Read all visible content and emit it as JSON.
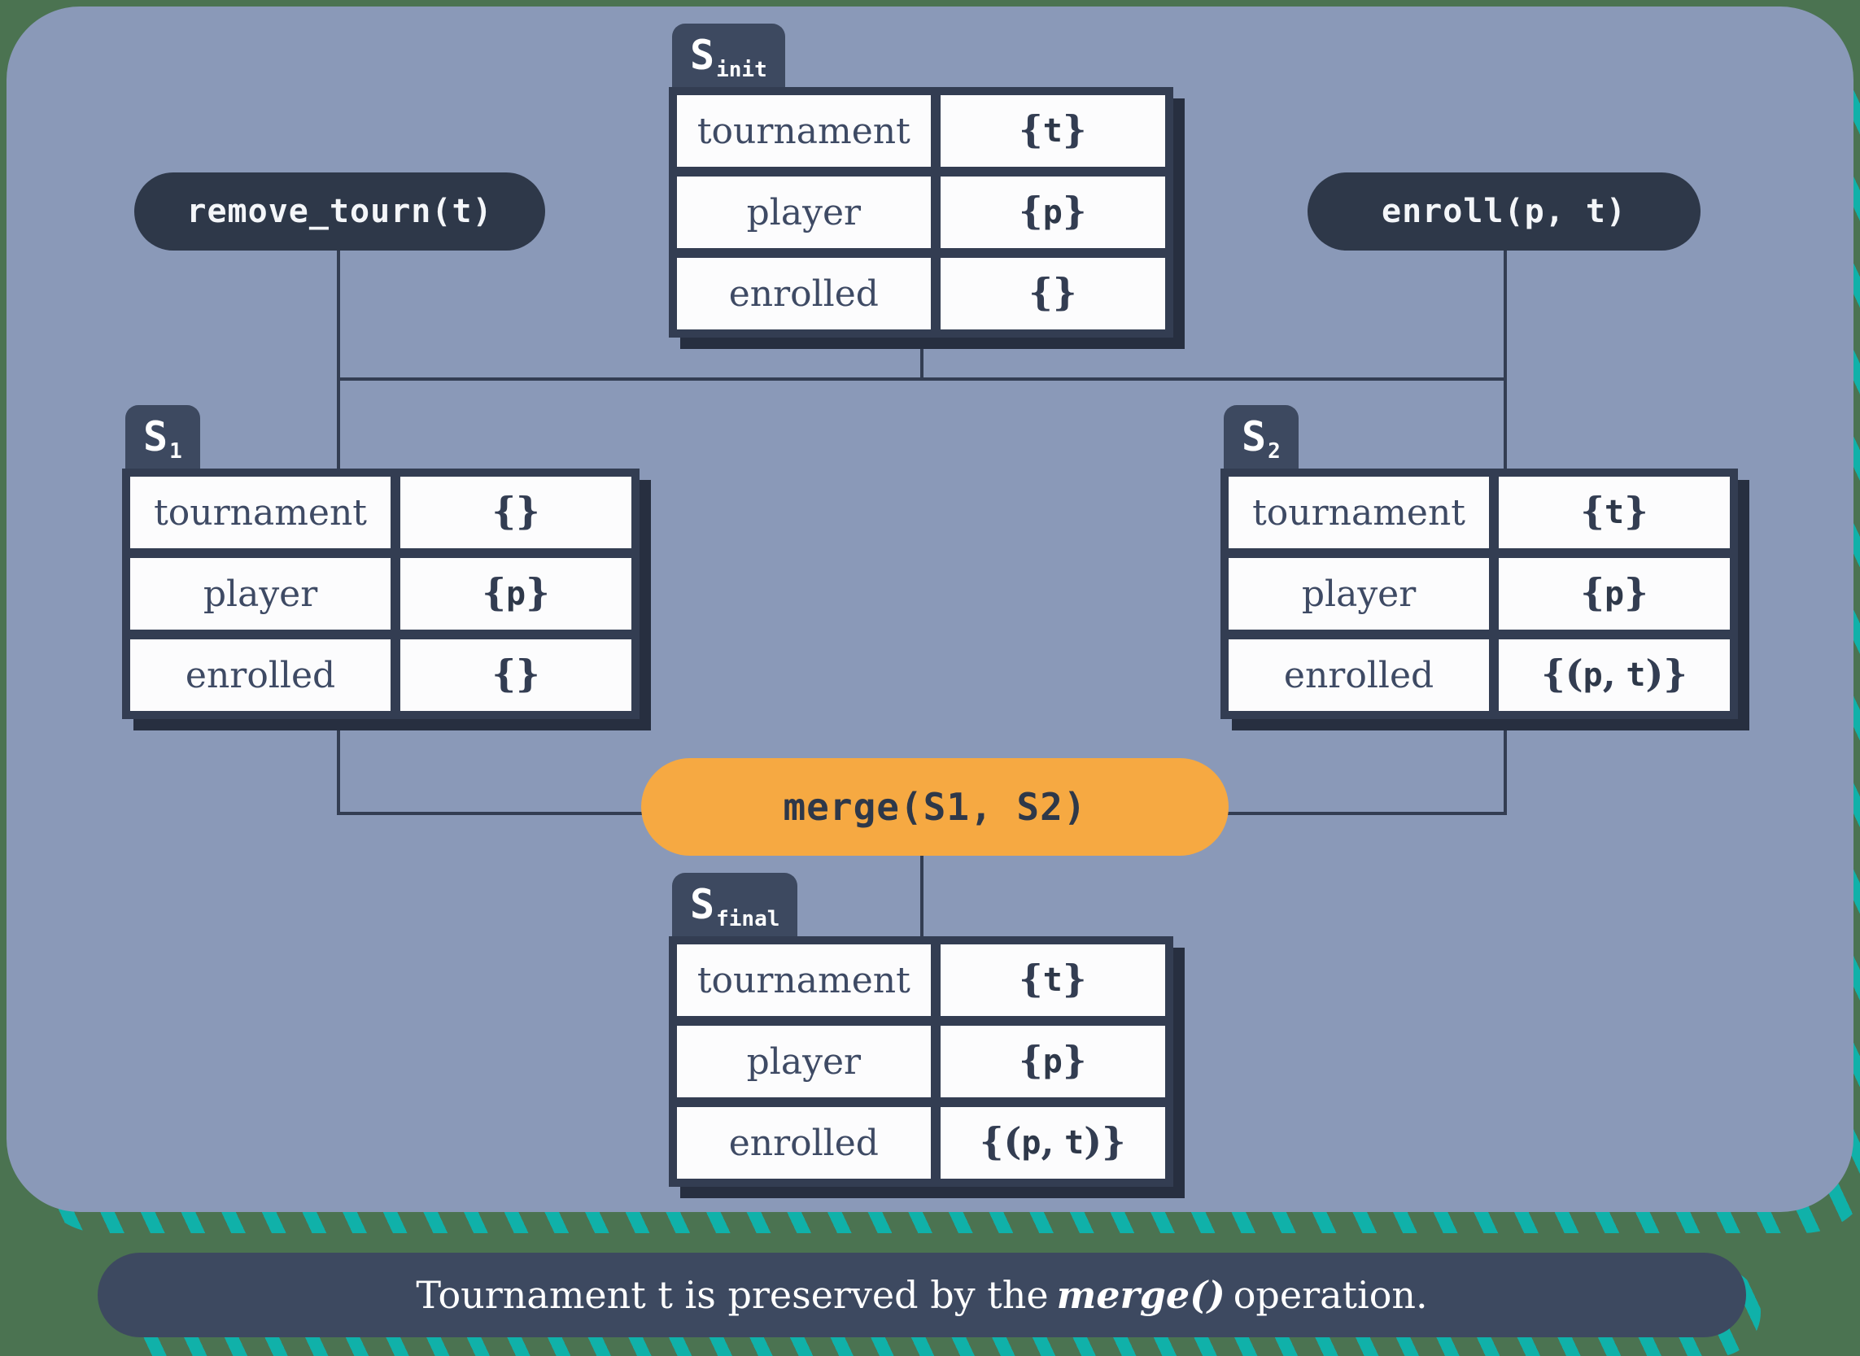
{
  "colors": {
    "background_green": "#4b7351",
    "stripe_teal": "#10b1a9",
    "panel_blue": "#8a99b8",
    "pill_navy": "#2e3849",
    "tab_slate": "#3d4960",
    "table_border": "#333d52",
    "table_shadow": "#272f40",
    "merge_orange": "#f6a942",
    "cell_bg": "#fcfcfd",
    "cell_text": "#3e4a64"
  },
  "operations": {
    "remove": {
      "label": "remove_tourn(t)"
    },
    "enroll": {
      "label": "enroll(p, t)"
    },
    "merge": {
      "label": "merge(S1, S2)"
    }
  },
  "tables": {
    "s_init": {
      "tab_main": "S",
      "tab_sub": "init",
      "rows": [
        {
          "label": "tournament",
          "value": "{t}"
        },
        {
          "label": "player",
          "value": "{p}"
        },
        {
          "label": "enrolled",
          "value": "{}"
        }
      ]
    },
    "s1": {
      "tab_main": "S",
      "tab_sub": "1",
      "rows": [
        {
          "label": "tournament",
          "value": "{}"
        },
        {
          "label": "player",
          "value": "{p}"
        },
        {
          "label": "enrolled",
          "value": "{}"
        }
      ]
    },
    "s2": {
      "tab_main": "S",
      "tab_sub": "2",
      "rows": [
        {
          "label": "tournament",
          "value": "{t}"
        },
        {
          "label": "player",
          "value": "{p}"
        },
        {
          "label": "enrolled",
          "value": "{(p, t)}"
        }
      ]
    },
    "s_final": {
      "tab_main": "S",
      "tab_sub": "final",
      "rows": [
        {
          "label": "tournament",
          "value": "{t}"
        },
        {
          "label": "player",
          "value": "{p}"
        },
        {
          "label": "enrolled",
          "value": "{(p, t)}"
        }
      ]
    }
  },
  "caption": {
    "prefix": "Tournament t is preserved by the",
    "highlight": "merge()",
    "suffix": "operation."
  }
}
